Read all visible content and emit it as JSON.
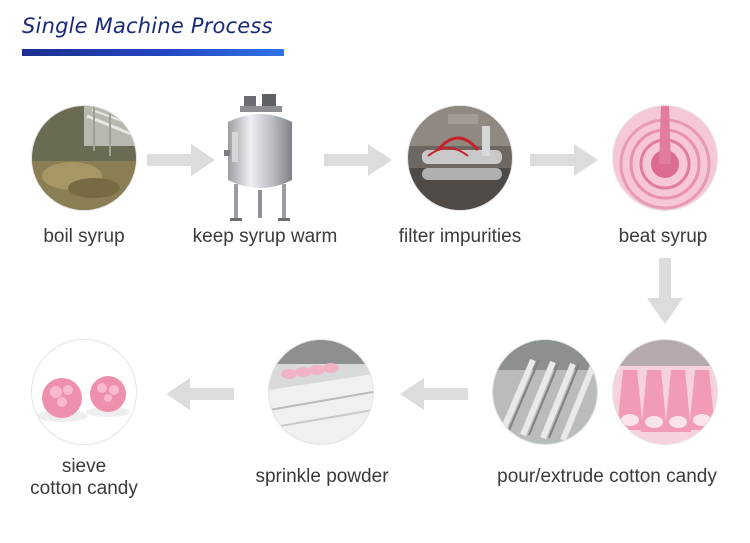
{
  "header": {
    "title": "Single Machine Process"
  },
  "steps": [
    {
      "label": "boil syrup",
      "icon": "syrup-pot-icon"
    },
    {
      "label": "keep syrup warm",
      "icon": "stainless-tank-icon"
    },
    {
      "label": "filter impurities",
      "icon": "filter-machine-icon"
    },
    {
      "label": "beat syrup",
      "icon": "pink-syrup-swirl-icon"
    },
    {
      "label": "pour/extrude cotton candy",
      "icon": "extruder-icon"
    },
    {
      "label": "sprinkle powder",
      "icon": "powder-tray-icon"
    },
    {
      "label_line1": "sieve",
      "label_line2": "cotton candy",
      "icon": "cotton-candy-icon"
    }
  ],
  "colors": {
    "title": "#1a2a7a",
    "accent_bar": "#2447c2",
    "arrow": "#dcdcdc",
    "label": "#3a3a3a"
  }
}
